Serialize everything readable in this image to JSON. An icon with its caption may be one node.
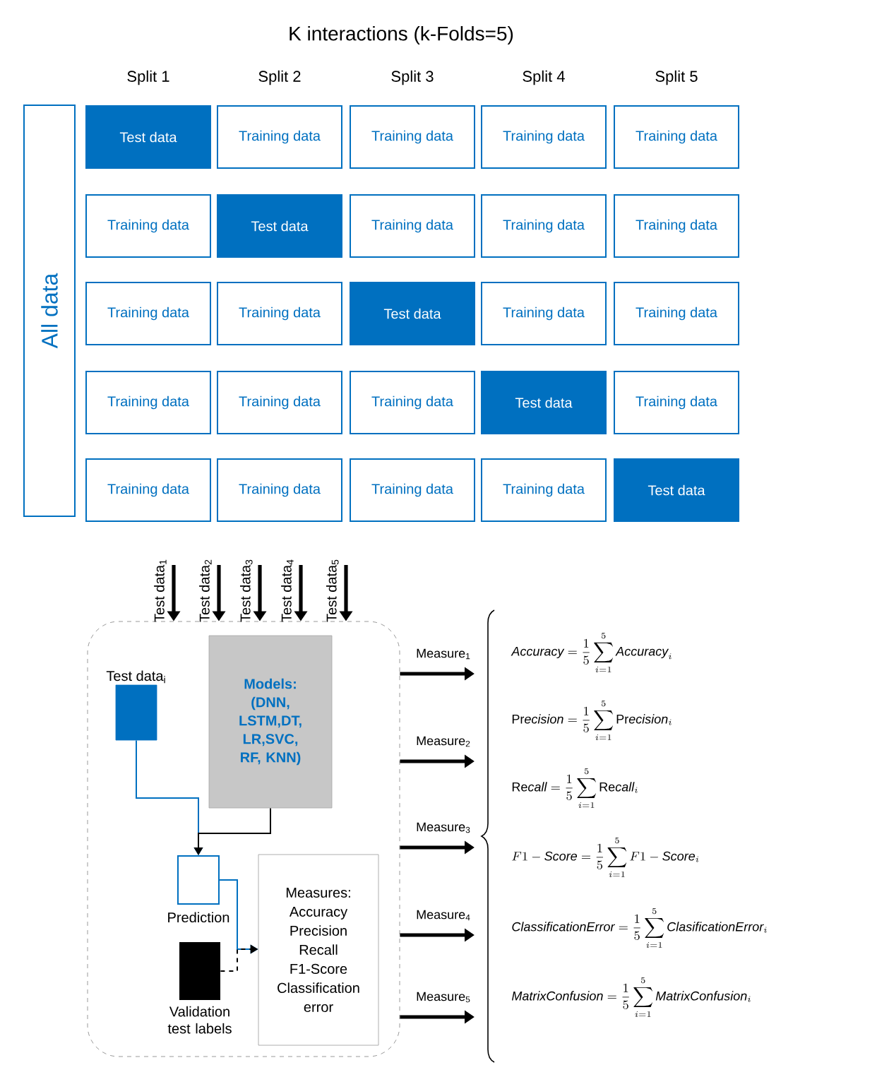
{
  "diagram": {
    "title": "K interactions (k-Folds=5)",
    "nodes": [
      {
        "text": [
          "All data"
        ]
      },
      {
        "text": [
          "Test data"
        ]
      },
      {
        "text": [
          "Training data"
        ]
      },
      {
        "text": [
          "Training data"
        ]
      },
      {
        "text": [
          "Training data"
        ]
      },
      {
        "text": [
          "Training data"
        ]
      },
      {
        "text": [
          "Training data"
        ]
      },
      {
        "text": [
          "Test data"
        ]
      },
      {
        "text": [
          "Training data"
        ]
      },
      {
        "text": [
          "Training data"
        ]
      },
      {
        "text": [
          "Training data"
        ]
      },
      {
        "text": [
          "Training data"
        ]
      },
      {
        "text": [
          "Training data"
        ]
      },
      {
        "text": [
          "Test data"
        ]
      },
      {
        "text": [
          "Training data"
        ]
      },
      {
        "text": [
          "Training data"
        ]
      },
      {
        "text": [
          "Training data"
        ]
      },
      {
        "text": [
          "Training data"
        ]
      },
      {
        "text": [
          "Training data"
        ]
      },
      {
        "text": [
          "Test data"
        ]
      },
      {
        "text": [
          "Training data"
        ]
      },
      {
        "text": [
          "Training data"
        ]
      },
      {
        "text": [
          "Training data"
        ]
      },
      {
        "text": [
          "Training data"
        ]
      },
      {
        "text": [
          "Training data"
        ]
      },
      {
        "text": [
          "Test data"
        ]
      },
      {
        "text": [],
        "shape": "box"
      },
      {
        "text": [
          "Test data$_{i}$"
        ],
        "in": 26
      },
      {
        "text": [
          "Models: (DNN, LSTM,DT, LR,SVC, RF, KNN)"
        ],
        "in": 26
      },
      {
        "text": [
          "Prediction"
        ],
        "in": 26
      },
      {
        "text": [
          "Validation test labels"
        ],
        "in": 26
      },
      {
        "text": [
          "Measures:",
          "Accuracy",
          "Precision",
          "Recall",
          "F1-Score",
          "Classification error"
        ],
        "in": 26
      }
    ],
    "edges": [
      {
        "from": null,
        "to": 26,
        "arrow": "to",
        "label": "Test data$_{1}$"
      },
      {
        "from": null,
        "to": 26,
        "arrow": "to",
        "label": "Test data$_{2}$"
      },
      {
        "from": null,
        "to": 26,
        "arrow": "to",
        "label": "Test data$_{3}$"
      },
      {
        "from": null,
        "to": 26,
        "arrow": "to",
        "label": "Test data$_{4}$"
      },
      {
        "from": null,
        "to": 26,
        "arrow": "to",
        "label": "Test data$_{5}$"
      },
      {
        "from": 26,
        "to": null,
        "arrow": "to",
        "label": "Measure$_{1}$"
      },
      {
        "from": 26,
        "to": null,
        "arrow": "to",
        "label": "Measure$_{2}$"
      },
      {
        "from": 26,
        "to": null,
        "arrow": "to",
        "label": "Measure$_{3}$"
      },
      {
        "from": 26,
        "to": null,
        "arrow": "to",
        "label": "Measure$_{4}$"
      },
      {
        "from": 26,
        "to": null,
        "arrow": "to",
        "label": "Measure$_{5}$"
      },
      {
        "from": 27,
        "to": 29,
        "arrow": "to",
        "color": "#0070c0"
      },
      {
        "from": 28,
        "to": 29,
        "arrow": "to"
      },
      {
        "from": 29,
        "to": 31,
        "arrow": "to",
        "color": "#0070c0"
      },
      {
        "from": 30,
        "to": 31,
        "arrow": "to",
        "style": "dashed"
      }
    ],
    "labels": [
      "Split 1",
      "Split 2",
      "Split 3",
      "Split 4",
      "Split 5",
      "\\mathit{Accuracy}=\\frac{1}{5}\\sum_{i=1}^{5}\\mathit{Accuracy}_{i}",
      "\\mathrm{Pr}\\mathit{ecision}=\\frac{1}{5}\\sum_{i=1}^{5}\\mathrm{Pr}\\mathit{ecision}_{i}",
      "\\mathrm{Re}\\mathit{call}=\\frac{1}{5}\\sum_{i=1}^{5}\\mathrm{Re}\\mathit{call}_{i}",
      "F1-\\mathit{Score}=\\frac{1}{5}\\sum_{i=1}^{5}F1-\\mathit{Score}_{i}",
      "\\mathit{ClassificationError}=\\frac{1}{5}\\sum_{i=1}^{5}\\mathit{ClasificationError}_{i}",
      "\\mathit{MatrixConfusion}=\\frac{1}{5}\\sum_{i=1}^{5}\\mathit{MatrixConfusion}_{i}"
    ]
  }
}
